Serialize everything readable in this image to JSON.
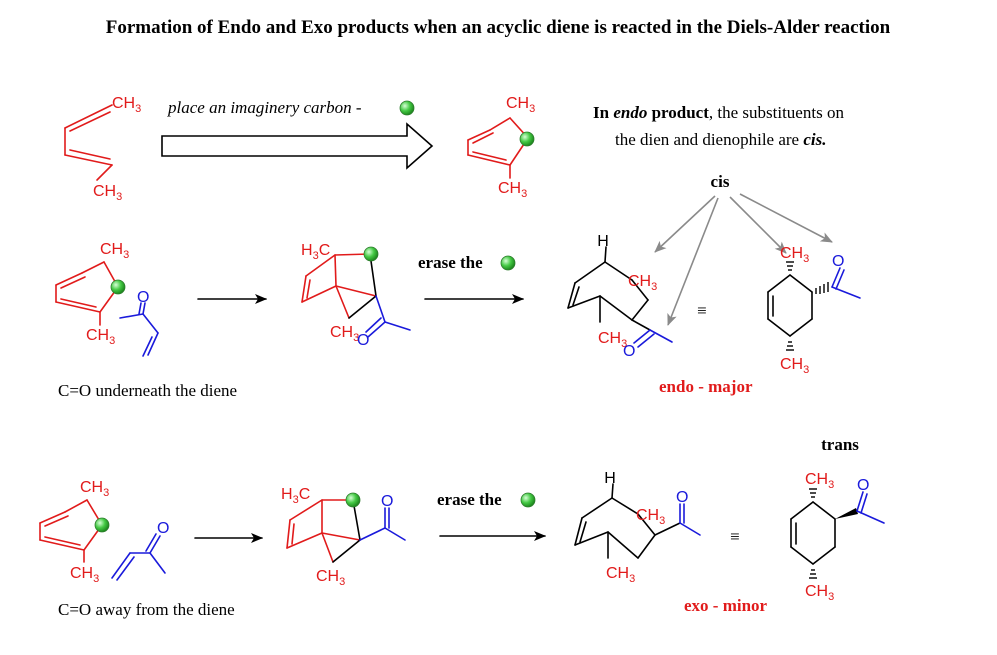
{
  "title": "Formation of Endo and Exo products when an acyclic diene is reacted in the Diels-Alder reaction",
  "step1": {
    "arrow_label": "place an imaginery carbon -",
    "ch3": "CH",
    "sub3": "3"
  },
  "endo_note": {
    "line1_a": "In ",
    "line1_b": "endo",
    "line1_c": " product",
    "line1_d": ", the substituents on",
    "line2_a": "the dien and dienophile are ",
    "line2_b": "cis."
  },
  "labels": {
    "cis": "cis",
    "trans": "trans",
    "erase_the": "erase the",
    "endo_caption": "C=O underneath the diene",
    "exo_caption": "C=O away from the diene",
    "endo_major": "endo - major",
    "exo_minor": "exo - minor",
    "H": "H",
    "C": "C",
    "O": "O",
    "H3": "H",
    "equiv": "≡"
  },
  "colors": {
    "red": "#e11b1b",
    "blue": "#1a1adb",
    "green": "#44c944",
    "gray": "#8a8a8a"
  }
}
